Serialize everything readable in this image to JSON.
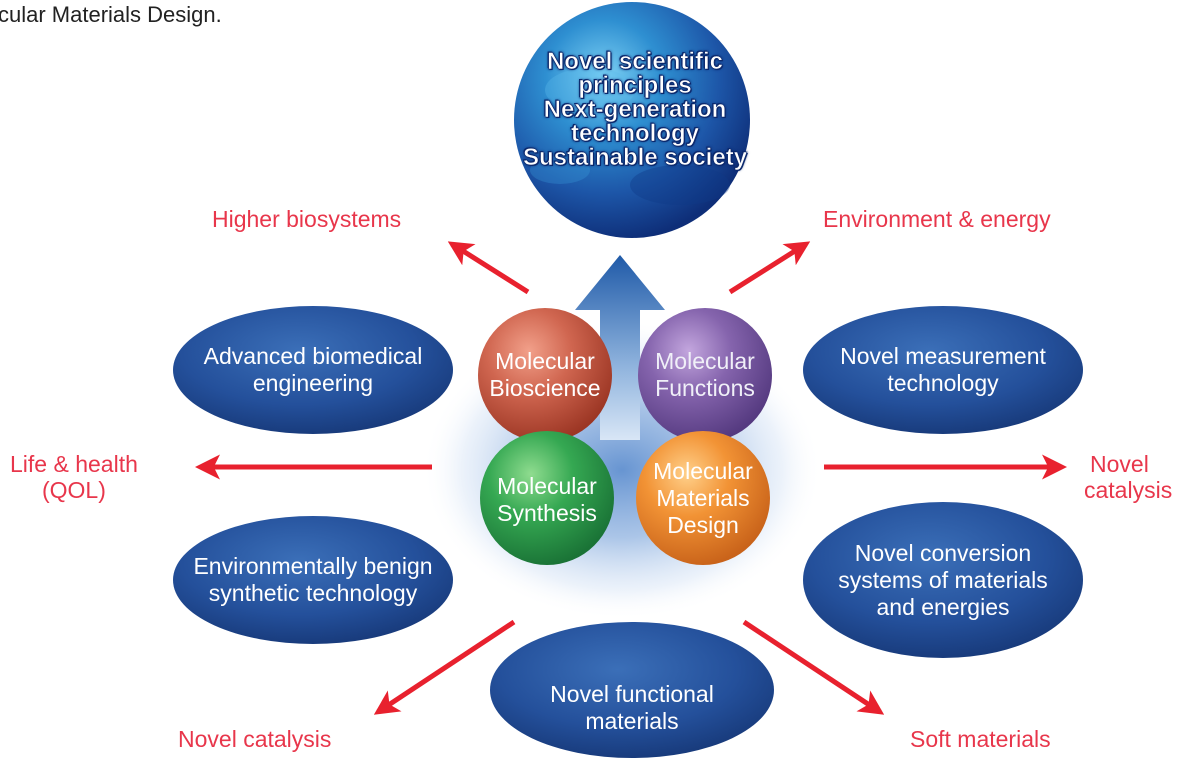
{
  "caption": "cular Materials Design.",
  "globe": {
    "lines": [
      "Novel scientific",
      "principles",
      "Next-generation",
      "technology",
      "Sustainable society"
    ]
  },
  "center_spheres": {
    "bioscience": {
      "line1": "Molecular",
      "line2": "Bioscience"
    },
    "functions": {
      "line1": "Molecular",
      "line2": "Functions"
    },
    "synthesis": {
      "line1": "Molecular",
      "line2": "Synthesis"
    },
    "materials_design": {
      "line1": "Molecular",
      "line2": "Materials",
      "line3": "Design"
    }
  },
  "ovals": {
    "biomedical": {
      "line1": "Advanced biomedical",
      "line2": "engineering"
    },
    "measurement": {
      "line1": "Novel measurement",
      "line2": "technology"
    },
    "benign": {
      "line1": "Environmentally benign",
      "line2": "synthetic technology"
    },
    "conversion": {
      "line1": "Novel conversion",
      "line2": "systems of materials",
      "line3": "and energies"
    },
    "functional": {
      "line1": "Novel functional",
      "line2": "materials"
    }
  },
  "outcomes": {
    "higher_biosystems": "Higher biosystems",
    "environment_energy": "Environment & energy",
    "life_health_1": "Life & health",
    "life_health_2": "(QOL)",
    "novel_catalysis_right_1": "Novel",
    "novel_catalysis_right_2": "catalysis",
    "novel_catalysis_bottom": "Novel catalysis",
    "soft_materials": "Soft materials"
  },
  "colors": {
    "arrow_red": "#e8212e",
    "label_red": "#e8364b",
    "oval_blue": "#1f4a92",
    "bioscience": "#c9563f",
    "functions": "#7a5aa0",
    "synthesis": "#2f9a4a",
    "materials_design": "#ee8a2c"
  }
}
